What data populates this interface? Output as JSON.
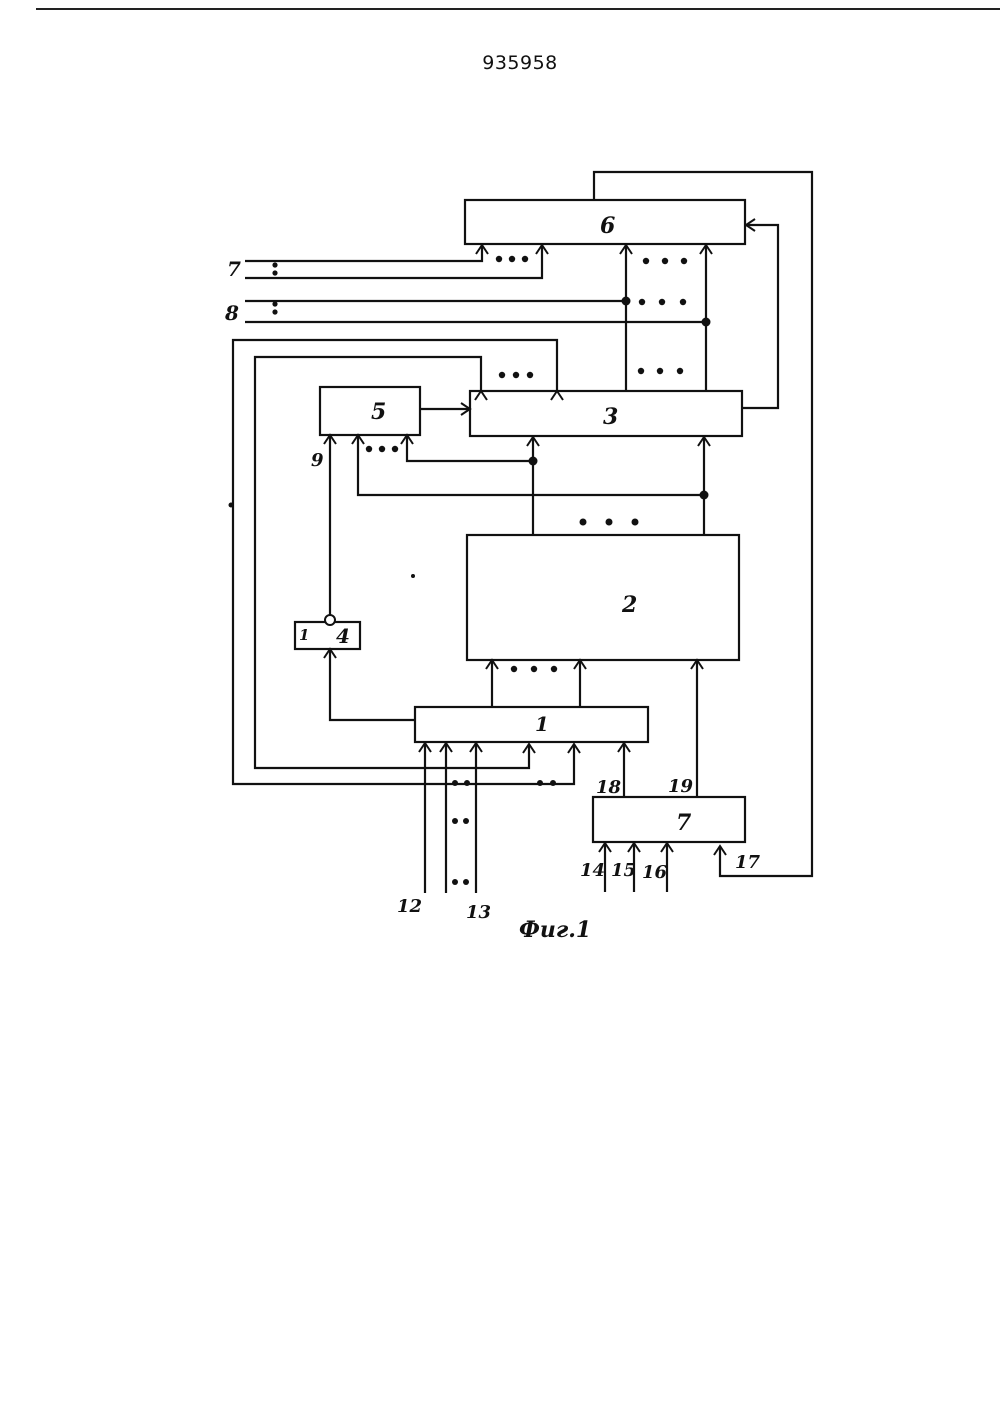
{
  "document": {
    "patent_number": "935958",
    "figure_caption": "Фиг.1"
  },
  "blocks": {
    "b1": "1",
    "b2": "2",
    "b3": "3",
    "b4": "4",
    "b4_inner": "1",
    "b5": "5",
    "b6": "6",
    "b7": "7"
  },
  "lines": {
    "l7": "7",
    "l8": "8",
    "l9": "9",
    "l12": "12",
    "l13": "13",
    "l14": "14",
    "l15": "15",
    "l16": "16",
    "l17": "17",
    "l18": "18",
    "l19": "19"
  }
}
